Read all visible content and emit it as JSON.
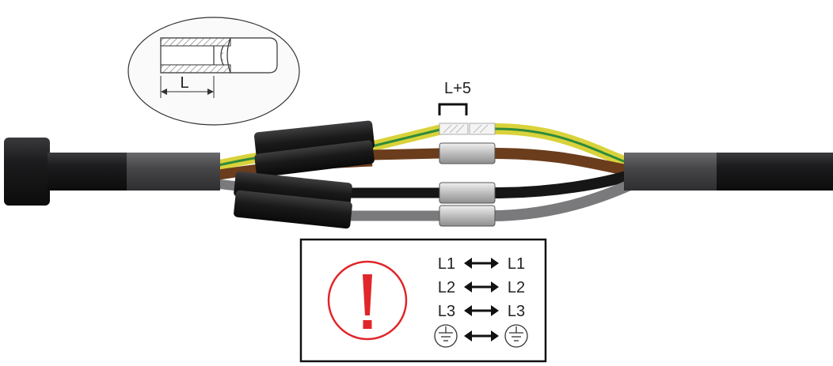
{
  "detail": {
    "dimension_label": "L"
  },
  "splice": {
    "strip_label": "L+5"
  },
  "legend": {
    "rows": [
      {
        "left": "L1",
        "right": "L1",
        "left_icon": "",
        "right_icon": ""
      },
      {
        "left": "L2",
        "right": "L2",
        "left_icon": "",
        "right_icon": ""
      },
      {
        "left": "L3",
        "right": "L3",
        "left_icon": "",
        "right_icon": ""
      },
      {
        "left": "",
        "right": "",
        "left_icon": "earth-ground-icon",
        "right_icon": "earth-ground-icon"
      }
    ],
    "warning_icon": "exclamation-icon"
  },
  "colors": {
    "cable_jacket": "#1c1c1e",
    "sleeve": "#4a4a4c",
    "earth_yellow": "#d9d23a",
    "earth_green": "#2e8b3b",
    "brown": "#6b3d1c",
    "black": "#161616",
    "grey": "#7a7a7c",
    "warning_red": "#e0262a",
    "connector": "#cfcfcf"
  }
}
